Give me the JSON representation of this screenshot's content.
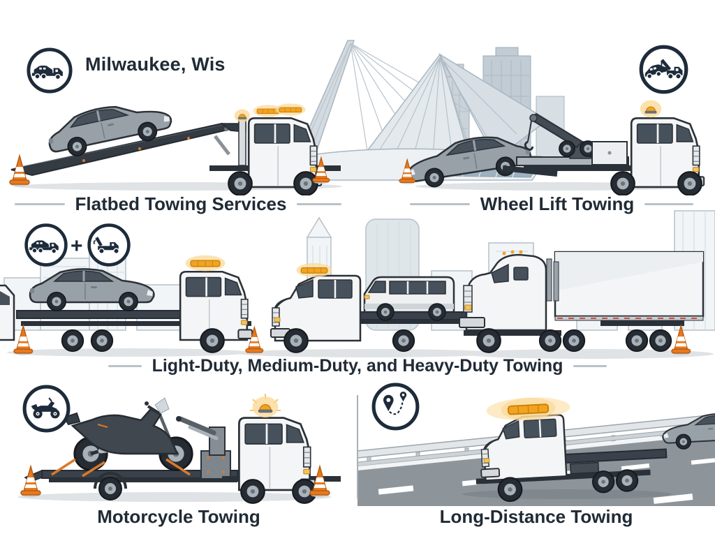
{
  "header": {
    "location": "Milwaukee, Wis"
  },
  "sections": {
    "flatbed": {
      "label": "Flatbed Towing Services"
    },
    "wheel_lift": {
      "label": "Wheel Lift Towing"
    },
    "duty_classes": {
      "label": "Light-Duty, Medium-Duty, and Heavy-Duty Towing"
    },
    "motorcycle": {
      "label": "Motorcycle Towing"
    },
    "long_distance": {
      "label": "Long-Distance Towing"
    }
  },
  "icons": {
    "plus": "+",
    "header_badge": "flatbed-tow-truck-with-car",
    "wheel_lift_badge": "wheel-lift-tow-truck-with-car",
    "light_duty_badge": "flatbed-tow-truck-with-car",
    "hook_truck_badge": "hook-tow-truck",
    "motorcycle_badge": "motorcycle",
    "route_badge": "route-map-pins"
  },
  "colors": {
    "navy": "#1d2b3a",
    "label_text": "#212b36",
    "cone_orange": "#e8791e",
    "beacon_amber": "#f2a41f",
    "vehicle_gray": "#98a0a8",
    "truck_white": "#f4f5f6",
    "flatbed_dark": "#3a414a",
    "skyline_gray": "#c9d3d9",
    "road_gray": "#8d959b",
    "divider_gray": "#a9b0b6"
  }
}
